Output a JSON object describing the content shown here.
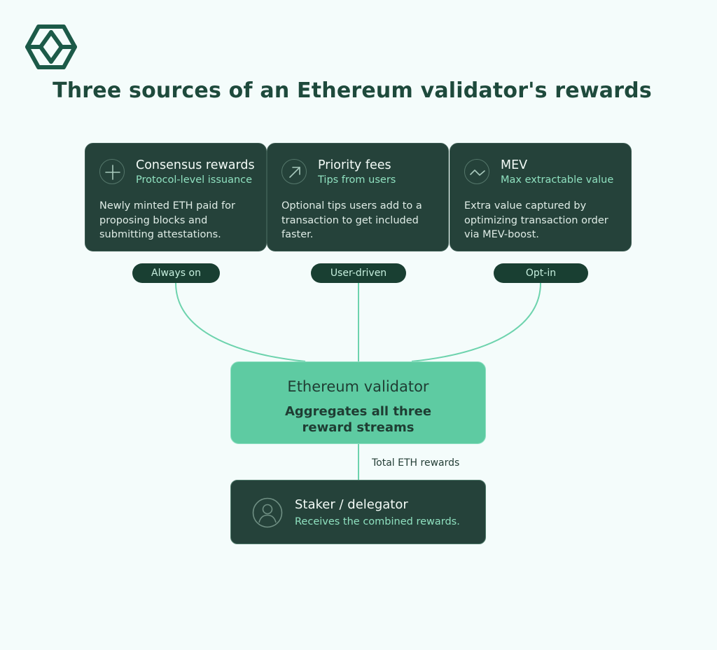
{
  "title": "Three sources of an Ethereum validator's rewards",
  "logo": {
    "icon": "hexagon-logo-icon"
  },
  "cards": [
    {
      "title": "Consensus rewards",
      "subtitle": "Protocol-level issuance",
      "description": "Newly minted ETH paid for proposing blocks and submitting attestations.",
      "icon": "plus-icon",
      "tag": "Always on"
    },
    {
      "title": "Priority fees",
      "subtitle": "Tips from users",
      "description": "Optional tips users add to a transaction to get included faster.",
      "icon": "arrow-up-right-icon",
      "tag": "User-driven"
    },
    {
      "title": "MEV",
      "subtitle": "Max extractable value",
      "description": "Extra value captured by optimizing transaction order via MEV-boost.",
      "icon": "wave-icon",
      "tag": "Opt-in"
    }
  ],
  "validator": {
    "title": "Ethereum validator",
    "subtitle": "Aggregates all three reward streams"
  },
  "flow_label": "Total ETH rewards",
  "staker": {
    "title": "Staker / delegator",
    "subtitle": "Receives the combined rewards.",
    "icon": "person-icon"
  },
  "colors": {
    "background": "#f4fcfb",
    "card": "#25423a",
    "accent": "#5ecba2",
    "accent_text": "#8fe0bf",
    "pill": "#193f32",
    "connector": "#6dd3ad",
    "heading": "#1e4a3c"
  }
}
